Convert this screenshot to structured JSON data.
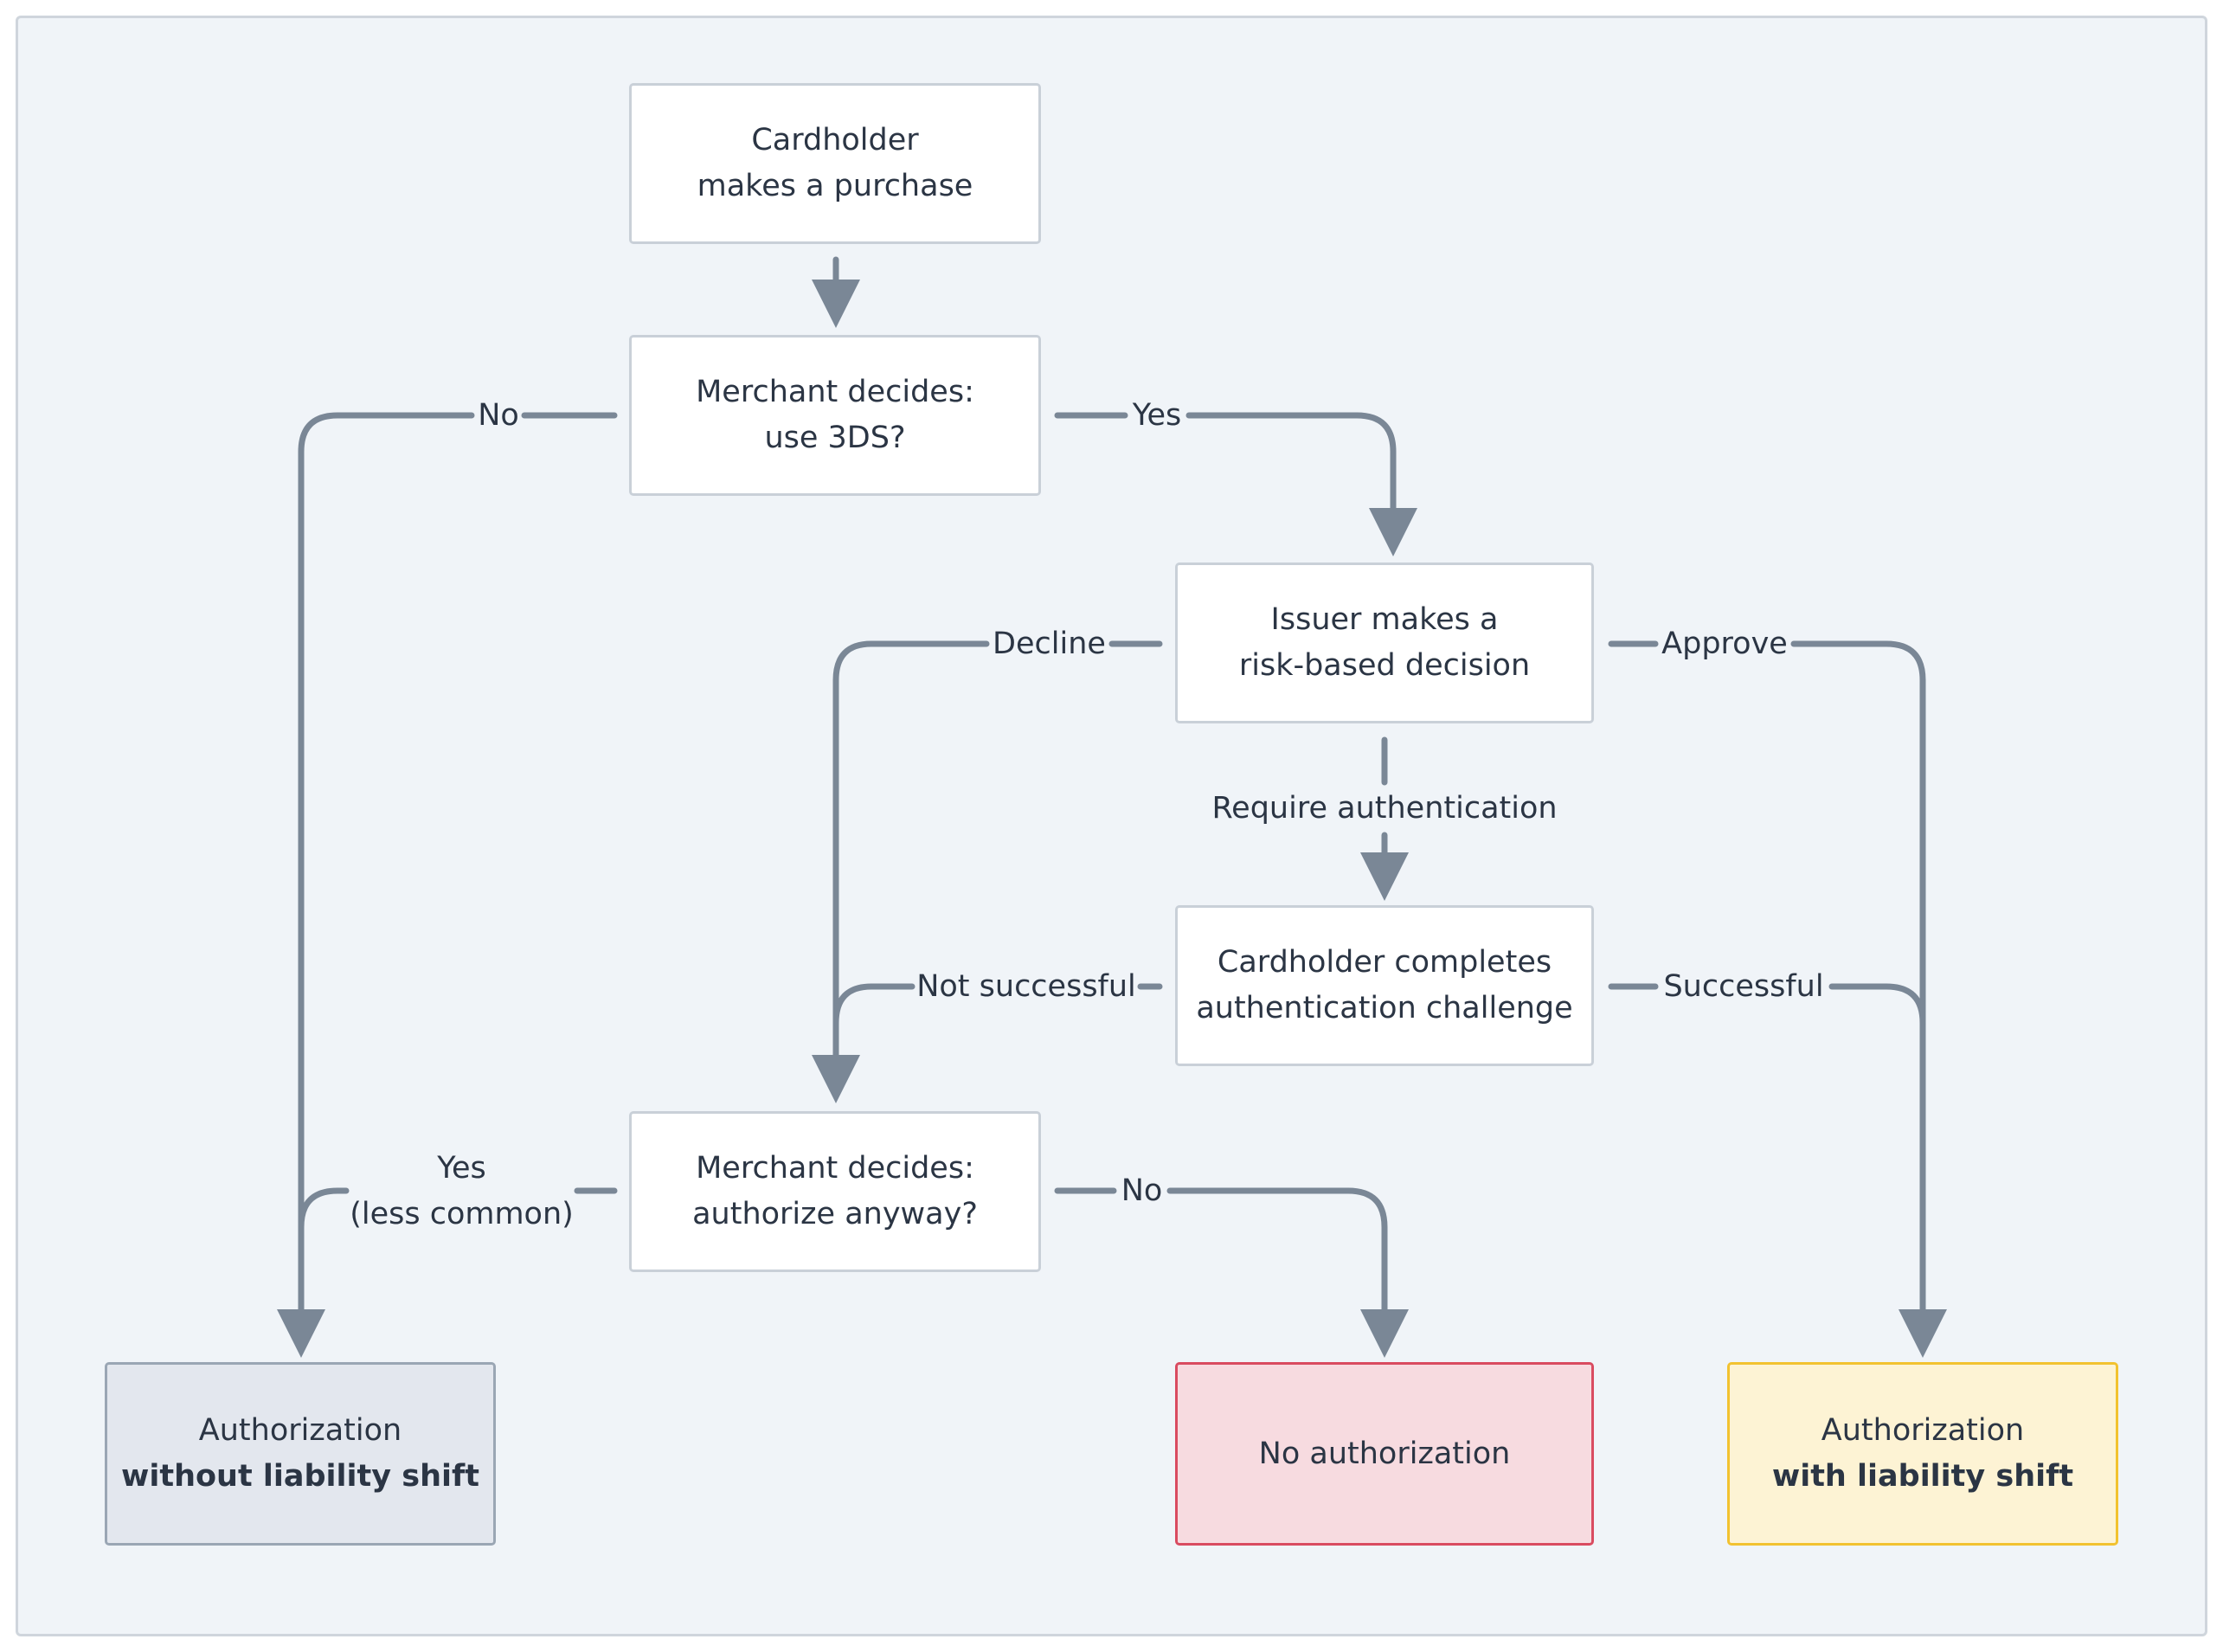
{
  "nodes": {
    "purchase": {
      "line1": "Cardholder",
      "line2": "makes a purchase"
    },
    "use_3ds": {
      "line1": "Merchant decides:",
      "line2": "use 3DS?"
    },
    "issuer": {
      "line1": "Issuer makes a",
      "line2": "risk-based decision"
    },
    "challenge": {
      "line1": "Cardholder completes",
      "line2": "authentication challenge"
    },
    "authorize_anyway": {
      "line1": "Merchant decides:",
      "line2": "authorize anyway?"
    },
    "no_shift": {
      "line1": "Authorization",
      "line2": "without liability shift"
    },
    "no_auth": {
      "line1": "No authorization"
    },
    "with_shift": {
      "line1": "Authorization",
      "line2": "with liability shift"
    }
  },
  "edge_labels": {
    "no_3ds": "No",
    "yes_3ds": "Yes",
    "decline": "Decline",
    "approve": "Approve",
    "require_auth": "Require authentication",
    "not_successful": "Not successful",
    "successful": "Successful",
    "yes_anyway_1": "Yes",
    "yes_anyway_2": "(less common)",
    "no_anyway": "No"
  },
  "colors": {
    "background": "#f0f4f8",
    "connector": "#7a8796",
    "text": "#2b3544",
    "no_shift_fill": "#e3e7ee",
    "no_auth_fill": "#f7dbe0",
    "no_auth_border": "#d94b60",
    "with_shift_fill": "#fdf3d4",
    "with_shift_border": "#f2c230"
  }
}
